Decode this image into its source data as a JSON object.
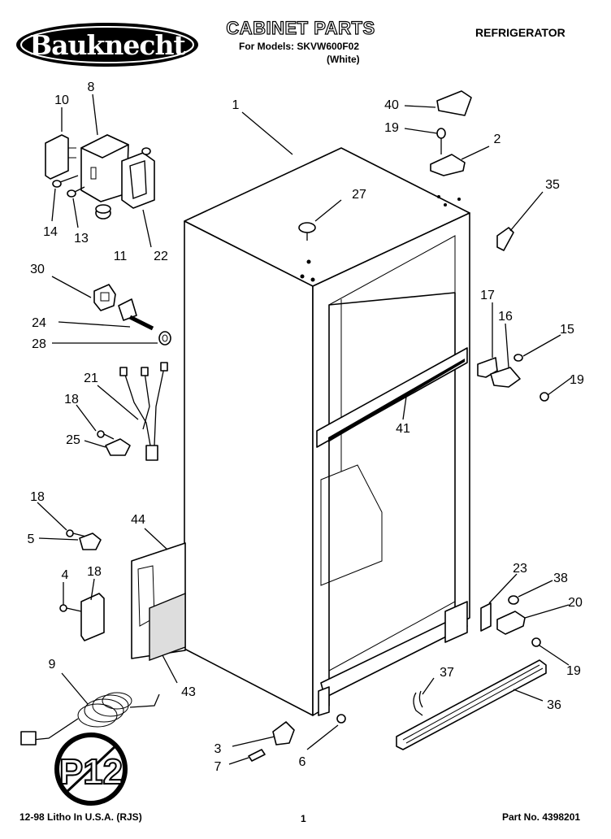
{
  "header": {
    "brand": "Bauknecht",
    "title": "CABINET PARTS",
    "models_line": "For Models: SKVW600F02",
    "color_line": "(White)",
    "appliance": "REFRIGERATOR"
  },
  "footer": {
    "litho": "12-98 Litho In U.S.A. (RJS)",
    "page": "1",
    "part_no": "Part No. 4398201"
  },
  "badge": {
    "text": "P12"
  },
  "callouts": [
    "10",
    "8",
    "14",
    "13",
    "11",
    "22",
    "30",
    "24",
    "28",
    "21",
    "18",
    "25",
    "18",
    "5",
    "4",
    "18",
    "9",
    "44",
    "43",
    "3",
    "7",
    "6",
    "1",
    "27",
    "40",
    "19",
    "2",
    "35",
    "17",
    "16",
    "15",
    "19",
    "41",
    "23",
    "38",
    "20",
    "19",
    "37",
    "36"
  ]
}
